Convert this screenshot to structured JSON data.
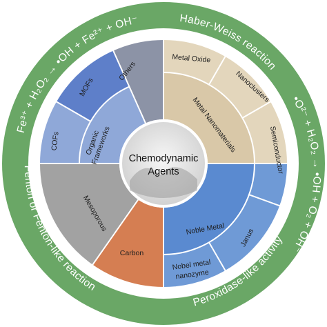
{
  "outer_ring": {
    "top_left": "Fe³⁺ + H₂O₂ → •OH + Fe²⁺ + OH⁻",
    "top_right": "Haber-Weiss reaction",
    "right": "•O²⁻ + H₂O₂ → •OH + O₂ + OH⁻",
    "bottom_right": "Peroxidase-like activity",
    "left": "Fenton or Fenton-like reaction"
  },
  "center": {
    "line1": "Chemodynamic",
    "line2": "Agents"
  },
  "segments": {
    "others": "Others",
    "organic_frameworks_1": "Organic",
    "organic_frameworks_2": "Frameworks",
    "mofs": "MOFs",
    "cofs": "COFs",
    "metal_nanomaterials": "Metal Nanomaterials",
    "metal_oxide": "Metal Oxide",
    "nanoclusters": "Nanoclusters",
    "semiconductor": "Semiconductor",
    "noble_metal": "Noble Metal",
    "janus": "Janus",
    "nobel_metal_nanozyme_1": "Nobel metal",
    "nobel_metal_nanozyme_2": "nanozyme",
    "mesoporous": "Mesoporous",
    "carbon": "Carbon"
  },
  "colors": {
    "outer_ring": "#6aa766",
    "others": "#8c93a6",
    "mofs": "#5e7fc9",
    "cofs": "#8fa8d8",
    "organic_frameworks": "#8fa8d8",
    "metal_nanomaterials": "#d9c8a8",
    "metal_outer": "#e3d6bc",
    "noble_metal": "#5a8ad0",
    "noble_outer": "#6f9ad6",
    "mesoporous": "#a2a2a2",
    "carbon": "#d57e52",
    "center": "#e8e8e8"
  }
}
